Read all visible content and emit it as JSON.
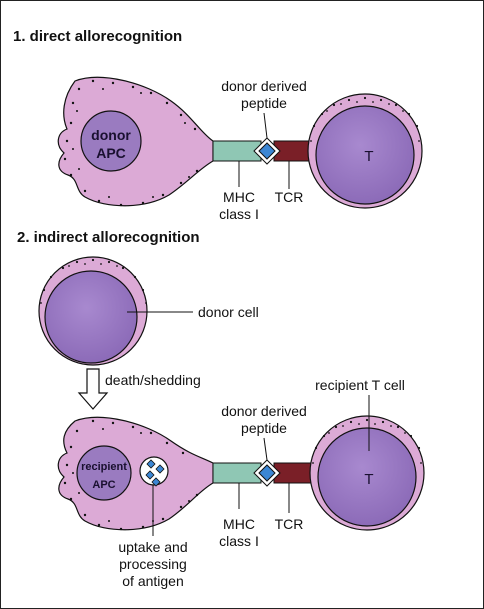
{
  "panel1": {
    "heading": "1. direct allorecognition",
    "apc_line1": "donor",
    "apc_line2": "APC",
    "t_label": "T",
    "peptide_line1": "donor derived",
    "peptide_line2": "peptide",
    "mhc_line1": "MHC",
    "mhc_line2": "class I",
    "tcr": "TCR"
  },
  "panel2": {
    "heading": "2. indirect allorecognition",
    "donor_cell": "donor cell",
    "death_shedding": "death/shedding",
    "recipient_t_cell": "recipient T cell",
    "apc_line1": "recipient",
    "apc_line2": "APC",
    "t_label": "T",
    "peptide_line1": "donor derived",
    "peptide_line2": "peptide",
    "mhc_line1": "MHC",
    "mhc_line2": "class I",
    "tcr": "TCR",
    "uptake_line1": "uptake and",
    "uptake_line2": "processing",
    "uptake_line3": "of antigen"
  },
  "colors": {
    "apc_cytoplasm": "#dcaad6",
    "nucleus": "#9a7bc0",
    "mhc": "#8fc7b4",
    "tcr": "#7a1f27",
    "peptide": "#3b86d4",
    "arrow": "#ffffff"
  }
}
